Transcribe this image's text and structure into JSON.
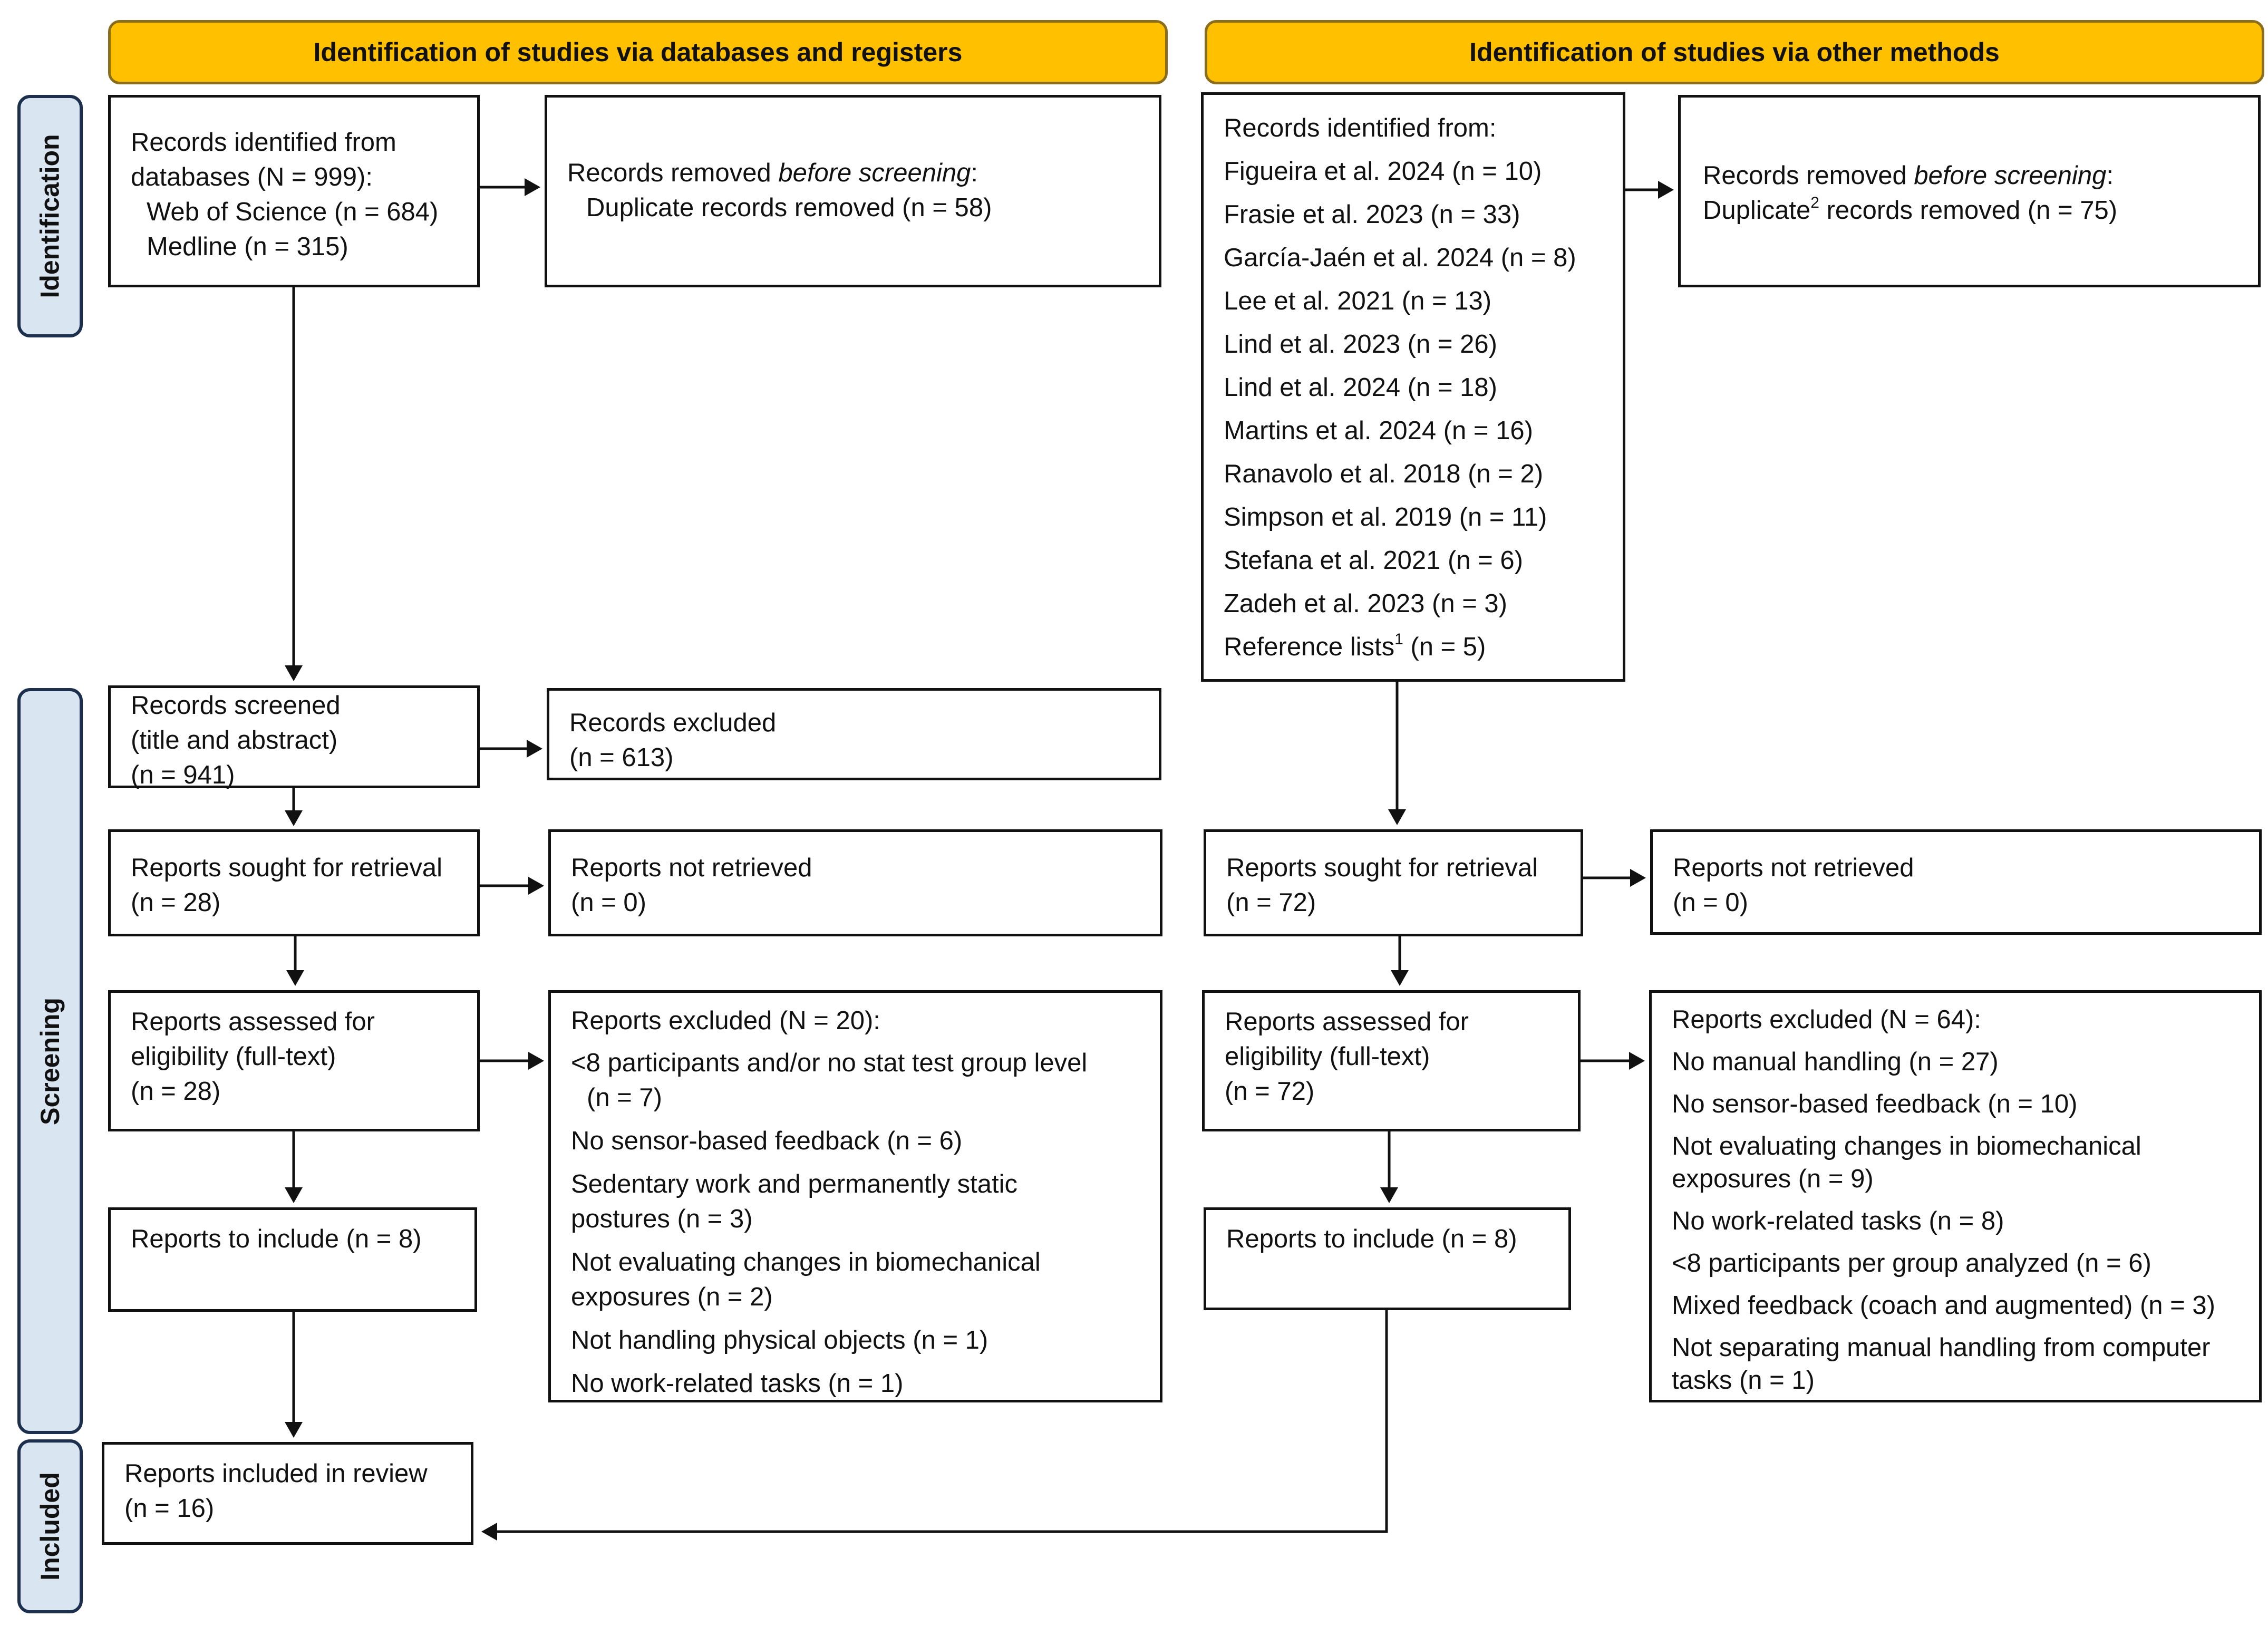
{
  "headers": {
    "left": "Identification of studies via databases and registers",
    "right": "Identification of studies via other methods"
  },
  "sides": {
    "identification": "Identification",
    "screening": "Screening",
    "included": "Included"
  },
  "db": {
    "records_identified": {
      "line1": "Records identified from",
      "line2": "databases (N = 999):",
      "line3": "Web of Science (n = 684)",
      "line4": "Medline (n = 315)"
    },
    "records_removed": {
      "prefix": "Records removed ",
      "italic": "before screening",
      "suffix": ":",
      "line2": "Duplicate records removed (n = 58)"
    },
    "records_screened": {
      "line1": "Records screened",
      "line2": "(title and abstract)",
      "line3": "(n = 941)"
    },
    "records_excluded": {
      "line1": "Records excluded",
      "line2": "(n = 613)"
    },
    "sought": {
      "line1": "Reports sought for retrieval",
      "line2": "(n = 28)"
    },
    "not_retrieved": {
      "line1": "Reports not retrieved",
      "line2": "(n = 0)"
    },
    "assessed": {
      "line1": "Reports assessed for",
      "line2": "eligibility (full-text)",
      "line3": "(n = 28)"
    },
    "excluded": {
      "title": "Reports excluded (N = 20):",
      "items": [
        "<8 participants and/or no stat test group level",
        "(n = 7)",
        "No sensor-based feedback (n = 6)",
        "Sedentary work and permanently static",
        "postures (n = 3)",
        "Not evaluating changes in biomechanical",
        "exposures (n = 2)",
        "Not handling physical objects (n = 1)",
        "No work-related tasks (n = 1)"
      ]
    },
    "include": {
      "line1": "Reports to include (n = 8)"
    }
  },
  "other": {
    "records_identified": {
      "title": "Records identified from:",
      "items": [
        "Figueira et al. 2024 (n = 10)",
        "Frasie et al. 2023 (n = 33)",
        "García-Jaén et al. 2024 (n = 8)",
        "Lee et al. 2021 (n = 13)",
        "Lind et al. 2023 (n = 26)",
        "Lind et al. 2024 (n = 18)",
        "Martins et al. 2024 (n = 16)",
        "Ranavolo et al. 2018 (n = 2)",
        "Simpson et al. 2019 (n = 11)",
        "Stefana et al. 2021 (n = 6)",
        "Zadeh et al. 2023 (n = 3)"
      ],
      "ref_text": "Reference lists",
      "ref_sup": "1",
      "ref_count": " (n = 5)"
    },
    "records_removed": {
      "prefix": "Records removed ",
      "italic": "before screening",
      "suffix": ":",
      "dup": "Duplicate",
      "dup_sup": "2",
      "dup_rest": " records removed  (n = 75)"
    },
    "sought": {
      "line1": "Reports sought for retrieval",
      "line2": "(n = 72)"
    },
    "not_retrieved": {
      "line1": "Reports not retrieved",
      "line2": "(n = 0)"
    },
    "assessed": {
      "line1": "Reports assessed for",
      "line2": "eligibility (full-text)",
      "line3": "(n = 72)"
    },
    "excluded": {
      "title": "Reports excluded (N = 64):",
      "items": [
        "No manual handling (n = 27)",
        "No sensor-based feedback (n = 10)",
        "Not evaluating changes in biomechanical",
        "exposures (n = 9)",
        "No work-related tasks (n = 8)",
        "<8 participants per group analyzed (n = 6)",
        "Mixed feedback (coach and augmented) (n = 3)",
        "Not separating manual handling from computer",
        "tasks (n = 1)"
      ]
    },
    "include": {
      "line1": "Reports to include (n = 8)"
    }
  },
  "included": {
    "line1": "Reports included in review",
    "line2": "(n = 16)"
  }
}
